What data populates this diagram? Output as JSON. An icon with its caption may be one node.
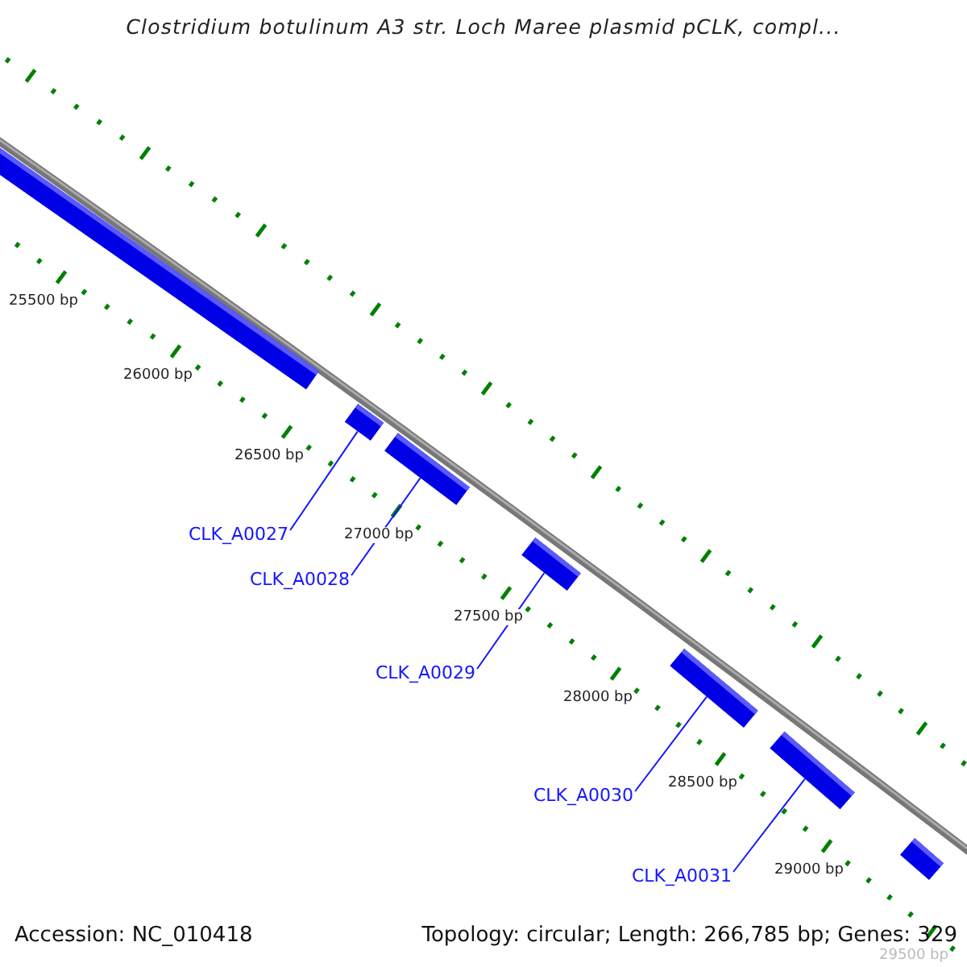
{
  "diagram": {
    "title": "Clostridium botulinum A3 str. Loch Maree plasmid pCLK, compl...",
    "nodes": [
      {
        "text": [],
        "shape": "bar"
      },
      {
        "text": [],
        "shape": "bar"
      },
      {
        "text": [],
        "shape": "bar"
      },
      {
        "text": [],
        "shape": "bar"
      },
      {
        "text": [],
        "shape": "bar"
      },
      {
        "text": [],
        "shape": "bar"
      },
      {
        "text": [],
        "shape": "bar"
      },
      {
        "text": [
          "CLK_A0027"
        ]
      },
      {
        "text": [
          "CLK_A0028"
        ]
      },
      {
        "text": [
          "CLK_A0029"
        ]
      },
      {
        "text": [
          "CLK_A0030"
        ]
      },
      {
        "text": [
          "CLK_A0031"
        ]
      }
    ],
    "edges": [
      {
        "from": 7,
        "to": 1,
        "arrow": "none"
      },
      {
        "from": 8,
        "to": 2,
        "arrow": "none"
      },
      {
        "from": 9,
        "to": 3,
        "arrow": "none"
      },
      {
        "from": 10,
        "to": 4,
        "arrow": "none"
      },
      {
        "from": 11,
        "to": 5,
        "arrow": "none"
      }
    ],
    "labels": [
      "25500 bp",
      "26000 bp",
      "26500 bp",
      "27000 bp",
      "27500 bp",
      "28000 bp",
      "28500 bp",
      "29000 bp",
      "29500 bp",
      "Accession: NC_010418",
      "Topology: circular; Length: 266,785 bp; Genes: 329"
    ]
  }
}
